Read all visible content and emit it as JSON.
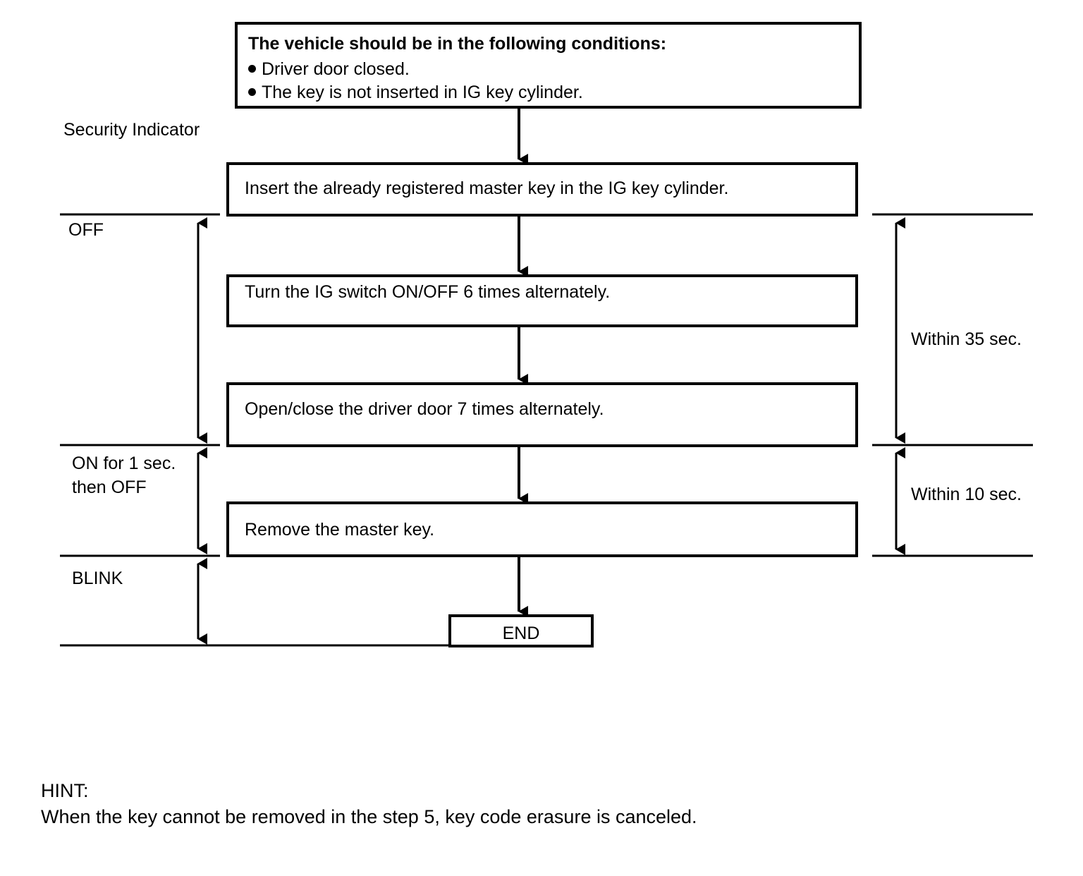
{
  "diagram": {
    "title_label": "Security Indicator",
    "condition_box": {
      "heading": "The vehicle should be in the following conditions:",
      "items": [
        "Driver door closed.",
        "The key is not inserted in IG key cylinder."
      ]
    },
    "steps": [
      {
        "id": "step-insert-key",
        "text": "Insert the already registered master key in the IG key cylinder."
      },
      {
        "id": "step-ig-switch",
        "text": "Turn the IG switch ON/OFF 6 times alternately."
      },
      {
        "id": "step-driver-door",
        "text": "Open/close the driver door 7 times alternately."
      },
      {
        "id": "step-remove-key",
        "text": "Remove the master key."
      }
    ],
    "terminator": {
      "label": "END"
    },
    "indicator_states": [
      {
        "id": "state-off",
        "label": "OFF"
      },
      {
        "id": "state-on-1-sec-line1",
        "label": "ON for 1 sec."
      },
      {
        "id": "state-on-1-sec-line2",
        "label": "then OFF"
      },
      {
        "id": "state-blink",
        "label": "BLINK"
      }
    ],
    "timings": [
      {
        "id": "timing-35-sec",
        "label": "Within 35 sec."
      },
      {
        "id": "timing-10-sec",
        "label": "Within 10 sec."
      }
    ],
    "hint": {
      "heading": "HINT:",
      "body": "When the key cannot be removed in the step 5, key code erasure is canceled."
    },
    "colors": {
      "ink": "#000000",
      "paper": "#ffffff"
    }
  }
}
